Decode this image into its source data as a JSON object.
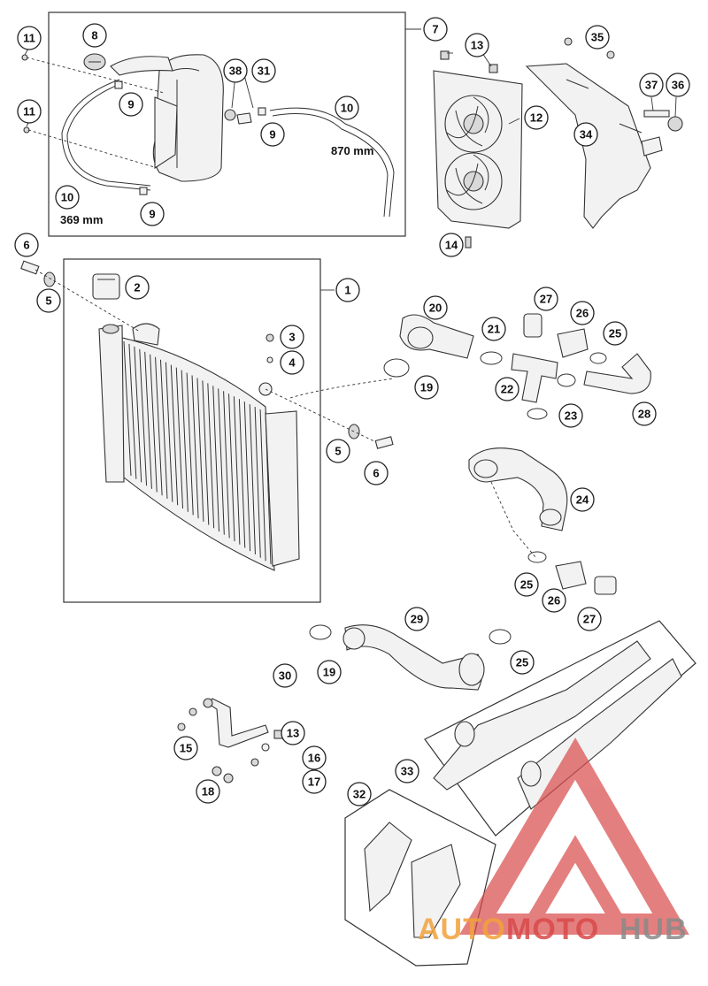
{
  "callouts": [
    "1",
    "2",
    "3",
    "4",
    "5",
    "5",
    "6",
    "6",
    "7",
    "8",
    "9",
    "9",
    "9",
    "10",
    "10",
    "11",
    "11",
    "12",
    "13",
    "13",
    "14",
    "15",
    "16",
    "17",
    "18",
    "19",
    "19",
    "20",
    "21",
    "22",
    "23",
    "24",
    "25",
    "25",
    "25",
    "26",
    "26",
    "27",
    "27",
    "28",
    "29",
    "30",
    "31",
    "32",
    "33",
    "34",
    "35",
    "36",
    "37",
    "38"
  ],
  "dimensions": {
    "hose_long": "870 mm",
    "hose_short": "369 mm"
  },
  "watermark": {
    "brand_part1": "AUTO",
    "brand_part2": "MOTO",
    "brand_part3": "HUB",
    "color_red": "#d94a4a",
    "color_orange": "#f2a23a",
    "color_gray": "#8a8a8a"
  }
}
